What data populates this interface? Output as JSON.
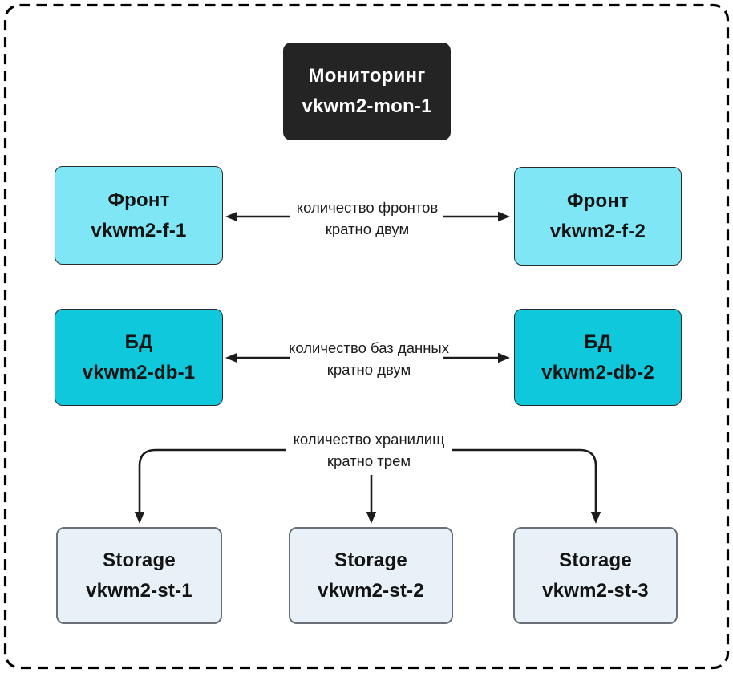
{
  "monitoring": {
    "title": "Мониторинг",
    "id": "vkwm2-mon-1"
  },
  "fronts": [
    {
      "title": "Фронт",
      "id": "vkwm2-f-1"
    },
    {
      "title": "Фронт",
      "id": "vkwm2-f-2"
    }
  ],
  "databases": [
    {
      "title": "БД",
      "id": "vkwm2-db-1"
    },
    {
      "title": "БД",
      "id": "vkwm2-db-2"
    }
  ],
  "storages": [
    {
      "title": "Storage",
      "id": "vkwm2-st-1"
    },
    {
      "title": "Storage",
      "id": "vkwm2-st-2"
    },
    {
      "title": "Storage",
      "id": "vkwm2-st-3"
    }
  ],
  "annotations": {
    "front_link": {
      "line1": "количество фронтов",
      "line2": "кратно двум"
    },
    "db_link": {
      "line1": "количество баз данных",
      "line2": "кратно двум"
    },
    "storage_link": {
      "line1": "количество хранилищ",
      "line2": "кратно трем"
    }
  },
  "colors": {
    "canvas_bg": "#ffffff",
    "monitoring_bg": "#242424",
    "monitoring_text": "#ffffff",
    "front_bg": "#7ee6f4",
    "db_bg": "#0fc8dc",
    "storage_bg": "#e9f1f8",
    "node_border": "#2b2b2b",
    "storage_border": "#6b7077",
    "text": "#141414",
    "label_text": "#1c1c1c",
    "line": "#1c1c1c",
    "frame": "#000000"
  }
}
